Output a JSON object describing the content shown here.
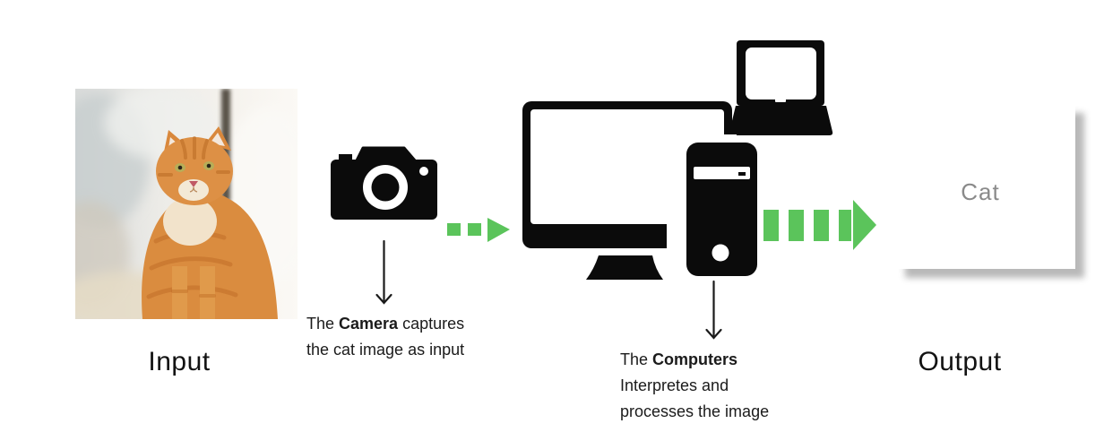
{
  "page": {
    "background": "#ffffff"
  },
  "colors": {
    "accent_green": "#5bc45b",
    "icon_black": "#0b0b0b",
    "result_gray": "#8a8a8a"
  },
  "input_section": {
    "label": "Input"
  },
  "camera_step": {
    "line1_pre": "The ",
    "line1_bold": "Camera",
    "line1_post": " captures",
    "line2": "the cat image as input"
  },
  "processing_step": {
    "line1_pre": "The ",
    "line1_bold": "Computers",
    "line2": "Interpretes and",
    "line3": "processes the image"
  },
  "output_section": {
    "label": "Output",
    "result": "Cat"
  },
  "icons": {
    "camera": "camera-icon",
    "monitor": "desktop-monitor-icon",
    "laptop": "laptop-icon",
    "tower": "computer-tower-icon",
    "camera_down_arrow": "down-arrow-icon",
    "computer_down_arrow": "down-arrow-icon",
    "camera_to_computer_flow": "green-dashed-arrow-icon",
    "computer_to_output_flow": "green-dashed-arrow-icon"
  }
}
